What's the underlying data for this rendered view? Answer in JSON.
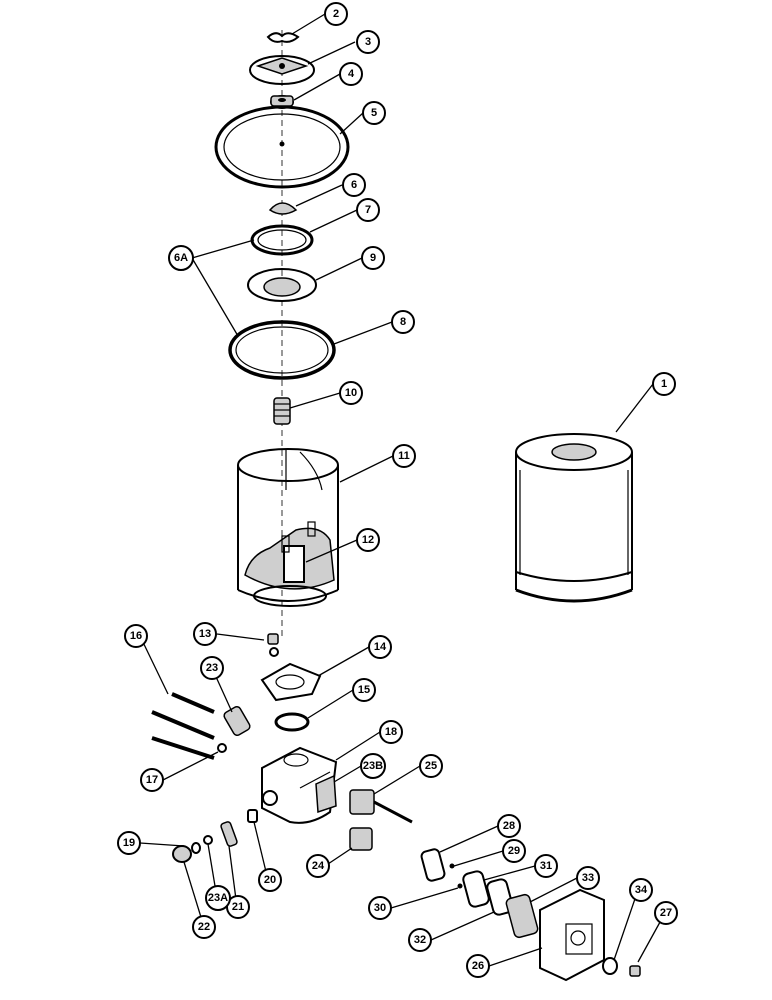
{
  "callouts": [
    {
      "id": "c2",
      "label": "2"
    },
    {
      "id": "c3",
      "label": "3"
    },
    {
      "id": "c4",
      "label": "4"
    },
    {
      "id": "c5",
      "label": "5"
    },
    {
      "id": "c6",
      "label": "6"
    },
    {
      "id": "c7",
      "label": "7"
    },
    {
      "id": "c6a",
      "label": "6A"
    },
    {
      "id": "c9",
      "label": "9"
    },
    {
      "id": "c8",
      "label": "8"
    },
    {
      "id": "c10",
      "label": "10"
    },
    {
      "id": "c1",
      "label": "1"
    },
    {
      "id": "c11",
      "label": "11"
    },
    {
      "id": "c12",
      "label": "12"
    },
    {
      "id": "c13",
      "label": "13"
    },
    {
      "id": "c14",
      "label": "14"
    },
    {
      "id": "c16",
      "label": "16"
    },
    {
      "id": "c23",
      "label": "23"
    },
    {
      "id": "c15",
      "label": "15"
    },
    {
      "id": "c18",
      "label": "18"
    },
    {
      "id": "c17",
      "label": "17"
    },
    {
      "id": "c23b",
      "label": "23B"
    },
    {
      "id": "c25",
      "label": "25"
    },
    {
      "id": "c28",
      "label": "28"
    },
    {
      "id": "c19",
      "label": "19"
    },
    {
      "id": "c29",
      "label": "29"
    },
    {
      "id": "c31",
      "label": "31"
    },
    {
      "id": "c24",
      "label": "24"
    },
    {
      "id": "c20",
      "label": "20"
    },
    {
      "id": "c33",
      "label": "33"
    },
    {
      "id": "c30",
      "label": "30"
    },
    {
      "id": "c21",
      "label": "21"
    },
    {
      "id": "c23a",
      "label": "23A"
    },
    {
      "id": "c22",
      "label": "22"
    },
    {
      "id": "c34",
      "label": "34"
    },
    {
      "id": "c27",
      "label": "27"
    },
    {
      "id": "c32",
      "label": "32"
    },
    {
      "id": "c26",
      "label": "26"
    }
  ]
}
